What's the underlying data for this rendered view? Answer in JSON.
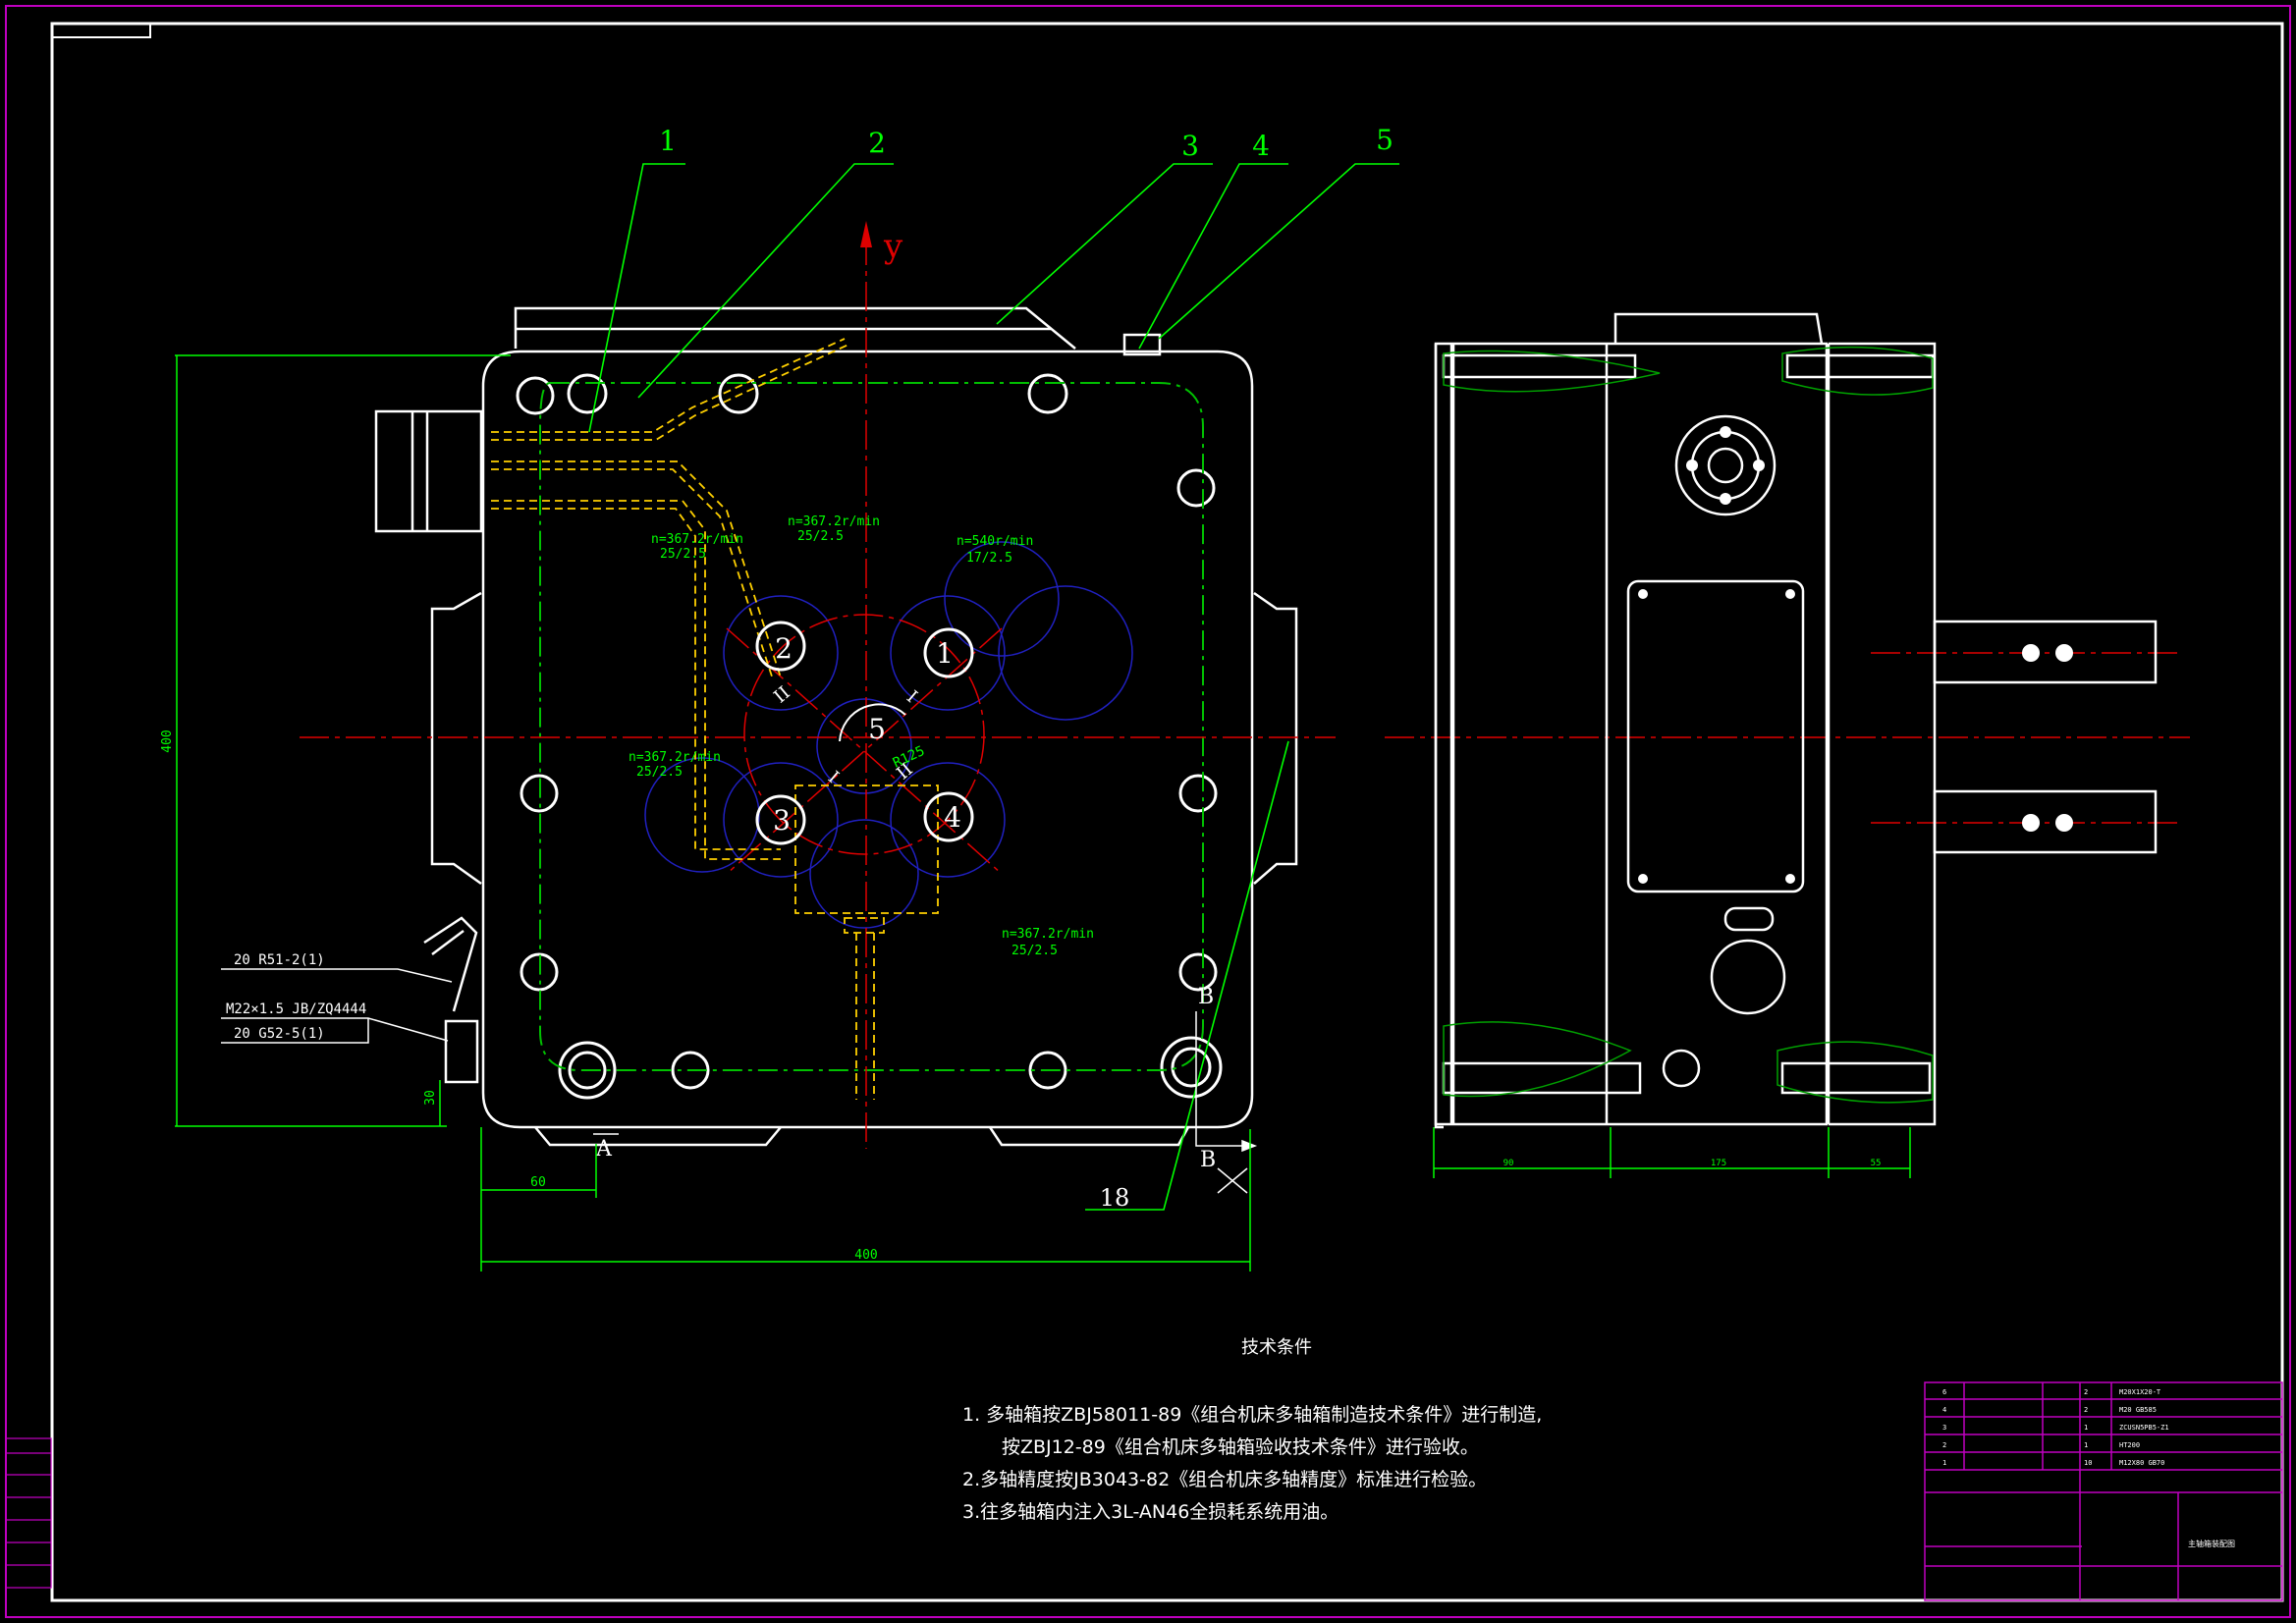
{
  "colors": {
    "background": "#000000",
    "frame": "#ffffff",
    "border_magenta": "#c000c0",
    "callout": "#00ff00",
    "centerline": "#ff0000",
    "hidden_line": "#ffff00",
    "gear_circle": "#2020c0",
    "hatch": "#00a000",
    "text": "#ffffff"
  },
  "callouts": [
    {
      "label": "1"
    },
    {
      "label": "2"
    },
    {
      "label": "3"
    },
    {
      "label": "4"
    },
    {
      "label": "5"
    },
    {
      "label": "18"
    }
  ],
  "axis_label": "y",
  "spindles": [
    {
      "label": "1"
    },
    {
      "label": "2"
    },
    {
      "label": "3"
    },
    {
      "label": "4"
    },
    {
      "label": "5"
    }
  ],
  "roman_marks": [
    "II",
    "I",
    "I",
    "II"
  ],
  "speed_notes": [
    {
      "speed": "n=367.2r/min",
      "ratio": "25/2.5"
    },
    {
      "speed": "n=367.2r/min",
      "ratio": "25/2.5"
    },
    {
      "speed": "n=540r/min",
      "ratio": "17/2.5"
    },
    {
      "speed": "n=367.2r/min",
      "ratio": "25/2.5"
    },
    {
      "speed": "n=367.2r/min",
      "ratio": "25/2.5"
    }
  ],
  "radius_note": "R125",
  "left_notes": [
    "20 R51-2(1)",
    "M22×1.5 JB/ZQ4444",
    "20 G52-5(1)"
  ],
  "section_marks": {
    "a": "A",
    "b_top": "B",
    "b_bottom": "B"
  },
  "dimensions": {
    "height": "400",
    "width": "400",
    "offset_x": "60",
    "offset_y": "30",
    "side_a": "90",
    "side_b": "175",
    "side_c": "55"
  },
  "tech_title": "技术条件",
  "tech_lines": [
    "1. 多轴箱按ZBJ58011-89《组合机床多轴箱制造技术条件》进行制造,",
    "按ZBJ12-89《组合机床多轴箱验收技术条件》进行验收。",
    "2.多轴精度按JB3043-82《组合机床多轴精度》标准进行检验。",
    "3.往多轴箱内注入3L-AN46全损耗系统用油。"
  ],
  "title_block": {
    "drawing_name": "主轴箱装配图",
    "rows": [
      [
        "6",
        "",
        "2",
        "M20X1X20-T"
      ],
      [
        "4",
        "",
        "2",
        "M20 GB585"
      ],
      [
        "3",
        "",
        "1",
        "ZCUSN5PB5-Z1"
      ],
      [
        "2",
        "",
        "1",
        "HT200"
      ],
      [
        "1",
        "",
        "10",
        "M12X80 GB70"
      ]
    ]
  },
  "side_table": [
    "",
    "",
    "",
    "",
    "",
    "",
    ""
  ]
}
